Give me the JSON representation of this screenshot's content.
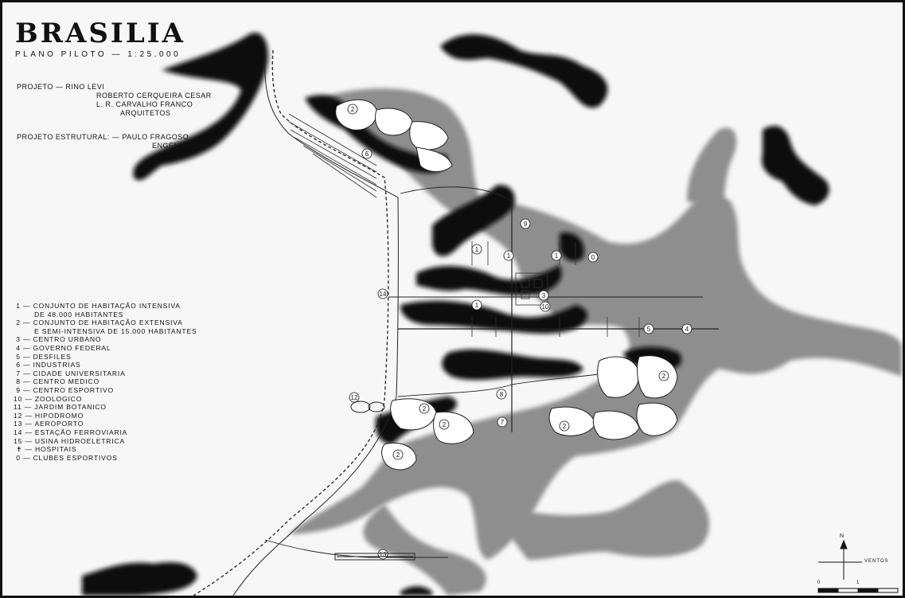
{
  "title": "BRASILIA",
  "subtitle": "PLANO PILOTO — 1:25.000",
  "credits": {
    "project_label": "PROJETO — RINO LEVI",
    "architect_2": "ROBERTO CERQUEIRA CESAR",
    "architect_3": "L. R. CARVALHO FRANCO",
    "architects_label": "ARQUITETOS",
    "structural_label": "PROJETO ESTRUTURAL: — PAULO FRAGOSO",
    "engineer_label": "ENGENHEIRO"
  },
  "legend": [
    {
      "num": "1",
      "text": "CONJUNTO DE HABITAÇÃO INTENSIVA",
      "cont": "DE 48.000 HABITANTES"
    },
    {
      "num": "2",
      "text": "CONJUNTO DE HABITAÇÃO EXTENSIVA",
      "cont": "E SEMI-INTENSIVA DE 15.000 HABITANTES"
    },
    {
      "num": "3",
      "text": "CENTRO URBANO"
    },
    {
      "num": "4",
      "text": "GOVERNO FEDERAL"
    },
    {
      "num": "5",
      "text": "DESFILES"
    },
    {
      "num": "6",
      "text": "INDUSTRIAS"
    },
    {
      "num": "7",
      "text": "CIDADE UNIVERSITARIA"
    },
    {
      "num": "8",
      "text": "CENTRO MEDICO"
    },
    {
      "num": "9",
      "text": "CENTRO ESPORTIVO"
    },
    {
      "num": "10",
      "text": "ZOOLOGICO"
    },
    {
      "num": "11",
      "text": "JARDIM BOTANICO"
    },
    {
      "num": "12",
      "text": "HIPODROMO"
    },
    {
      "num": "13",
      "text": "AEROPORTO"
    },
    {
      "num": "14",
      "text": "ESTAÇÃO FERROVIARIA"
    },
    {
      "num": "15",
      "text": "USINA HIDROELETRICA"
    },
    {
      "num": "✝",
      "text": "HOSPITAIS"
    },
    {
      "num": "0",
      "text": "CLUBES ESPORTIVOS"
    }
  ],
  "map_labels": [
    "1",
    "1",
    "1",
    "1",
    "2",
    "2",
    "2",
    "2",
    "2",
    "2",
    "3",
    "4",
    "5",
    "6",
    "7",
    "8",
    "9",
    "10",
    "12",
    "13",
    "14",
    "0"
  ],
  "compass": {
    "north": "N",
    "wind_label": "VENTOS"
  },
  "scale_bar": {
    "start": "0",
    "end": "1"
  },
  "colors": {
    "water": "#8e8e8e",
    "forest": "#111111",
    "paper": "#f7f7f7",
    "ink": "#111111"
  }
}
